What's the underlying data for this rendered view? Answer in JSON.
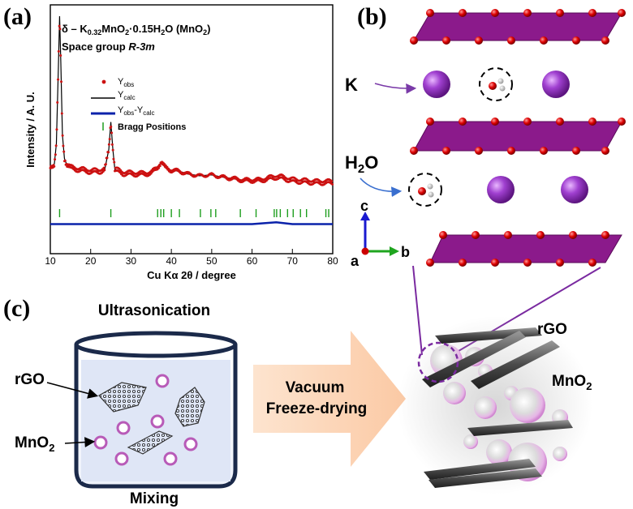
{
  "panels": {
    "a": {
      "label": "(a)",
      "title_lines": [
        "δ – K0.32MnO2·0.15H2O (MnO2)",
        "Space group R-3m"
      ],
      "title_parts": {
        "prefix": "δ – K",
        "k_sub": "0.32",
        "mn": "MnO",
        "o_sub": "2",
        "hydrate": "·0.15H",
        "h_sub": "2",
        "suffix": "O (MnO",
        "suffix_sub": "2",
        "close": ")",
        "sg_prefix": "Space group ",
        "sg_value": "R-3m"
      },
      "legend": {
        "obs": {
          "main": "Y",
          "sub": "obs"
        },
        "calc": {
          "main": "Y",
          "sub": "calc"
        },
        "diff": {
          "main1": "Y",
          "sub1": "obs",
          "mid": "-Y",
          "sub2": "calc"
        },
        "bragg": "Bragg Positions"
      },
      "colors": {
        "obs": "#cc1111",
        "calc": "#000000",
        "diff": "#0a22aa",
        "bragg": "#1e9e1e"
      }
    },
    "b": {
      "label": "(b)",
      "k_label": "K",
      "h2o_label": {
        "main": "H",
        "sub": "2",
        "end": "O"
      },
      "axes": {
        "c": "c",
        "a": "a",
        "b": "b"
      },
      "colors": {
        "slab": "#8b1a8b",
        "oxygen": "#cc0000",
        "potassium": "#8e2ec0"
      }
    },
    "c": {
      "label": "(c)",
      "ultrasonication": "Ultrasonication",
      "mixing": "Mixing",
      "rgo_left": "rGO",
      "mno2_left": {
        "main": "MnO",
        "sub": "2"
      },
      "process": [
        "Vacuum",
        "Freeze-drying"
      ],
      "rgo_right": "rGO",
      "mno2_right": {
        "main": "MnO",
        "sub": "2"
      }
    }
  },
  "chart_data": {
    "type": "line",
    "xlabel": "Cu Kα 2θ / degree",
    "ylabel": "Intensity / A. U.",
    "xlim": [
      10,
      80
    ],
    "xticks": [
      10,
      20,
      30,
      40,
      50,
      60,
      70,
      80
    ],
    "series": [
      {
        "name": "Yobs",
        "style": "dots",
        "x": [
          10,
          11,
          11.5,
          12,
          12.3,
          12.6,
          13,
          13.5,
          14,
          15,
          17,
          20,
          22,
          23.5,
          24.5,
          25,
          25.5,
          26,
          28,
          32,
          35,
          36.5,
          37.5,
          38.5,
          40,
          42,
          44,
          47,
          50,
          52,
          55,
          58,
          62,
          64,
          66,
          67.5,
          70,
          73,
          76,
          80
        ],
        "y": [
          0.17,
          0.19,
          0.3,
          0.72,
          1.0,
          0.75,
          0.35,
          0.22,
          0.19,
          0.17,
          0.16,
          0.15,
          0.15,
          0.16,
          0.27,
          0.42,
          0.27,
          0.16,
          0.14,
          0.135,
          0.14,
          0.17,
          0.2,
          0.17,
          0.155,
          0.15,
          0.135,
          0.125,
          0.13,
          0.12,
          0.11,
          0.1,
          0.1,
          0.11,
          0.12,
          0.115,
          0.1,
          0.095,
          0.09,
          0.09
        ]
      },
      {
        "name": "Ycalc",
        "style": "line",
        "x": [
          10,
          11,
          11.5,
          12,
          12.3,
          12.6,
          13,
          13.5,
          14,
          15,
          17,
          20,
          22,
          23.5,
          24.5,
          25,
          25.5,
          26,
          28,
          32,
          35,
          36.5,
          37.5,
          38.5,
          40,
          42,
          44,
          47,
          50,
          52,
          55,
          58,
          62,
          64,
          66,
          67.5,
          70,
          73,
          76,
          80
        ],
        "y": [
          0.17,
          0.19,
          0.3,
          0.72,
          1.0,
          0.75,
          0.35,
          0.22,
          0.19,
          0.17,
          0.16,
          0.15,
          0.15,
          0.16,
          0.27,
          0.42,
          0.27,
          0.16,
          0.14,
          0.135,
          0.14,
          0.17,
          0.2,
          0.17,
          0.155,
          0.15,
          0.135,
          0.125,
          0.13,
          0.12,
          0.11,
          0.1,
          0.1,
          0.11,
          0.12,
          0.115,
          0.1,
          0.095,
          0.09,
          0.09
        ]
      },
      {
        "name": "Yobs-Ycalc",
        "style": "line",
        "x": [
          10,
          20,
          30,
          40,
          50,
          60,
          66,
          70,
          80
        ],
        "y": [
          -0.06,
          -0.06,
          -0.06,
          -0.06,
          -0.06,
          -0.06,
          -0.05,
          -0.06,
          -0.06
        ]
      },
      {
        "name": "Bragg Positions",
        "style": "ticks",
        "x": [
          12.3,
          25.0,
          36.6,
          37.4,
          38.1,
          40.0,
          42.0,
          47.2,
          49.8,
          51.0,
          57.1,
          61.0,
          65.5,
          66.1,
          67.0,
          68.8,
          70.2,
          72.0,
          73.5,
          78.3,
          79.0
        ]
      }
    ]
  }
}
